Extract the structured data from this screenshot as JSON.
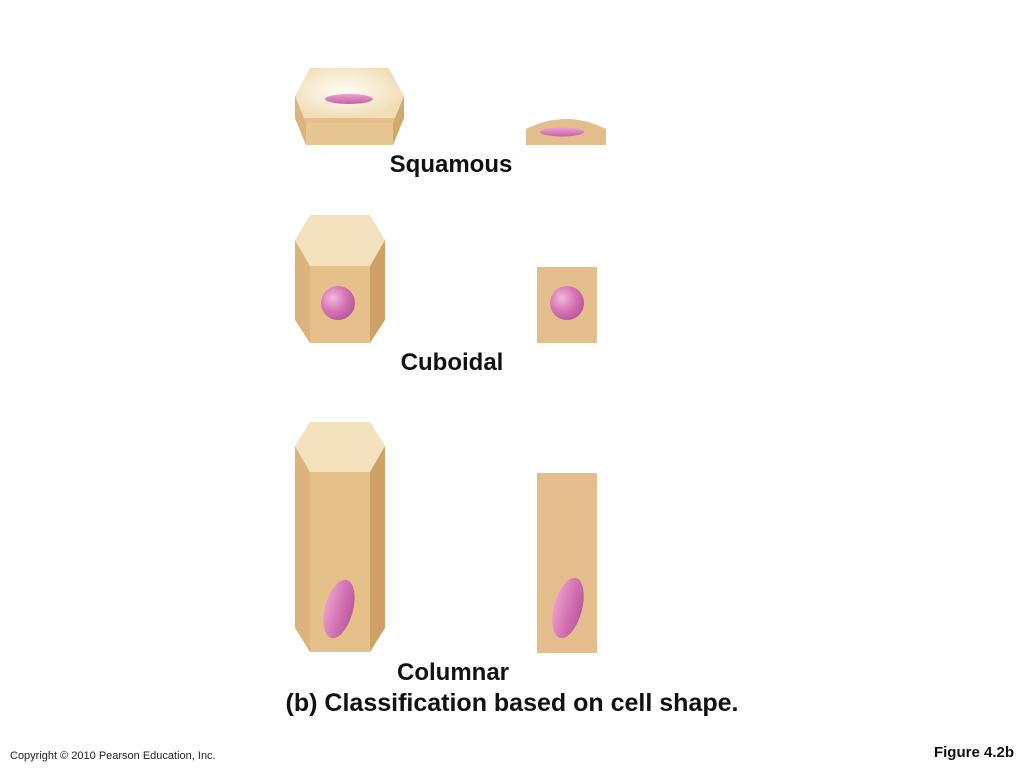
{
  "labels": {
    "squamous": "Squamous",
    "cuboidal": "Cuboidal",
    "columnar": "Columnar"
  },
  "caption": "(b) Classification based on cell shape.",
  "footer": {
    "copyright": "Copyright © 2010 Pearson Education, Inc.",
    "figure_number": "Figure 4.2b"
  },
  "colors": {
    "cell_top": "#f4e2be",
    "cell_front": "#e6c08a",
    "cell_side": "#cfa067",
    "cell_section": "#e3be8c",
    "nucleus": "#d675b5",
    "nucleus_highlight": "#f1b9de",
    "text": "#111111"
  },
  "icons": {
    "squamous_cell": "flat-hexagonal-cell-icon",
    "cuboidal_cell": "cube-hexagonal-cell-icon",
    "columnar_cell": "tall-hexagonal-cell-icon"
  }
}
